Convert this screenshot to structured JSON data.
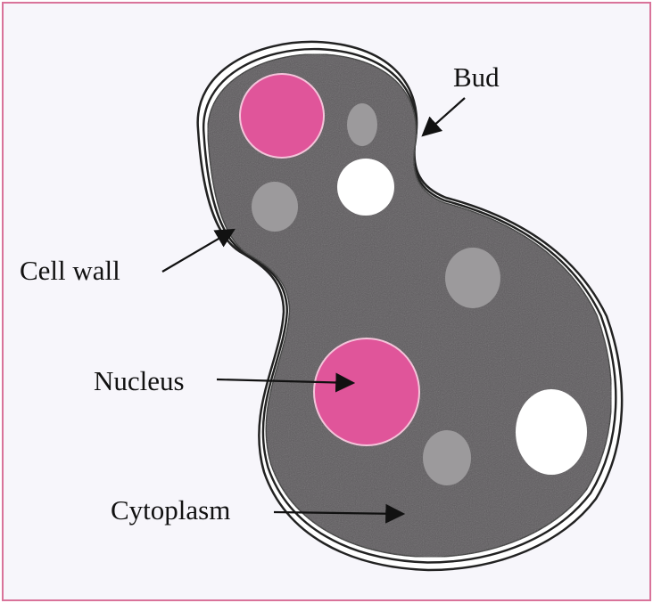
{
  "labels": {
    "bud": "Bud",
    "cell_wall": "Cell wall",
    "nucleus": "Nucleus",
    "cytoplasm": "Cytoplasm"
  },
  "colors": {
    "frame": "#d9739a",
    "cytoplasm": "#5e5c5e",
    "nucleus": "#e0559a",
    "vacuole_light": "#9c9a9c",
    "vacuole_white": "#ffffff"
  }
}
